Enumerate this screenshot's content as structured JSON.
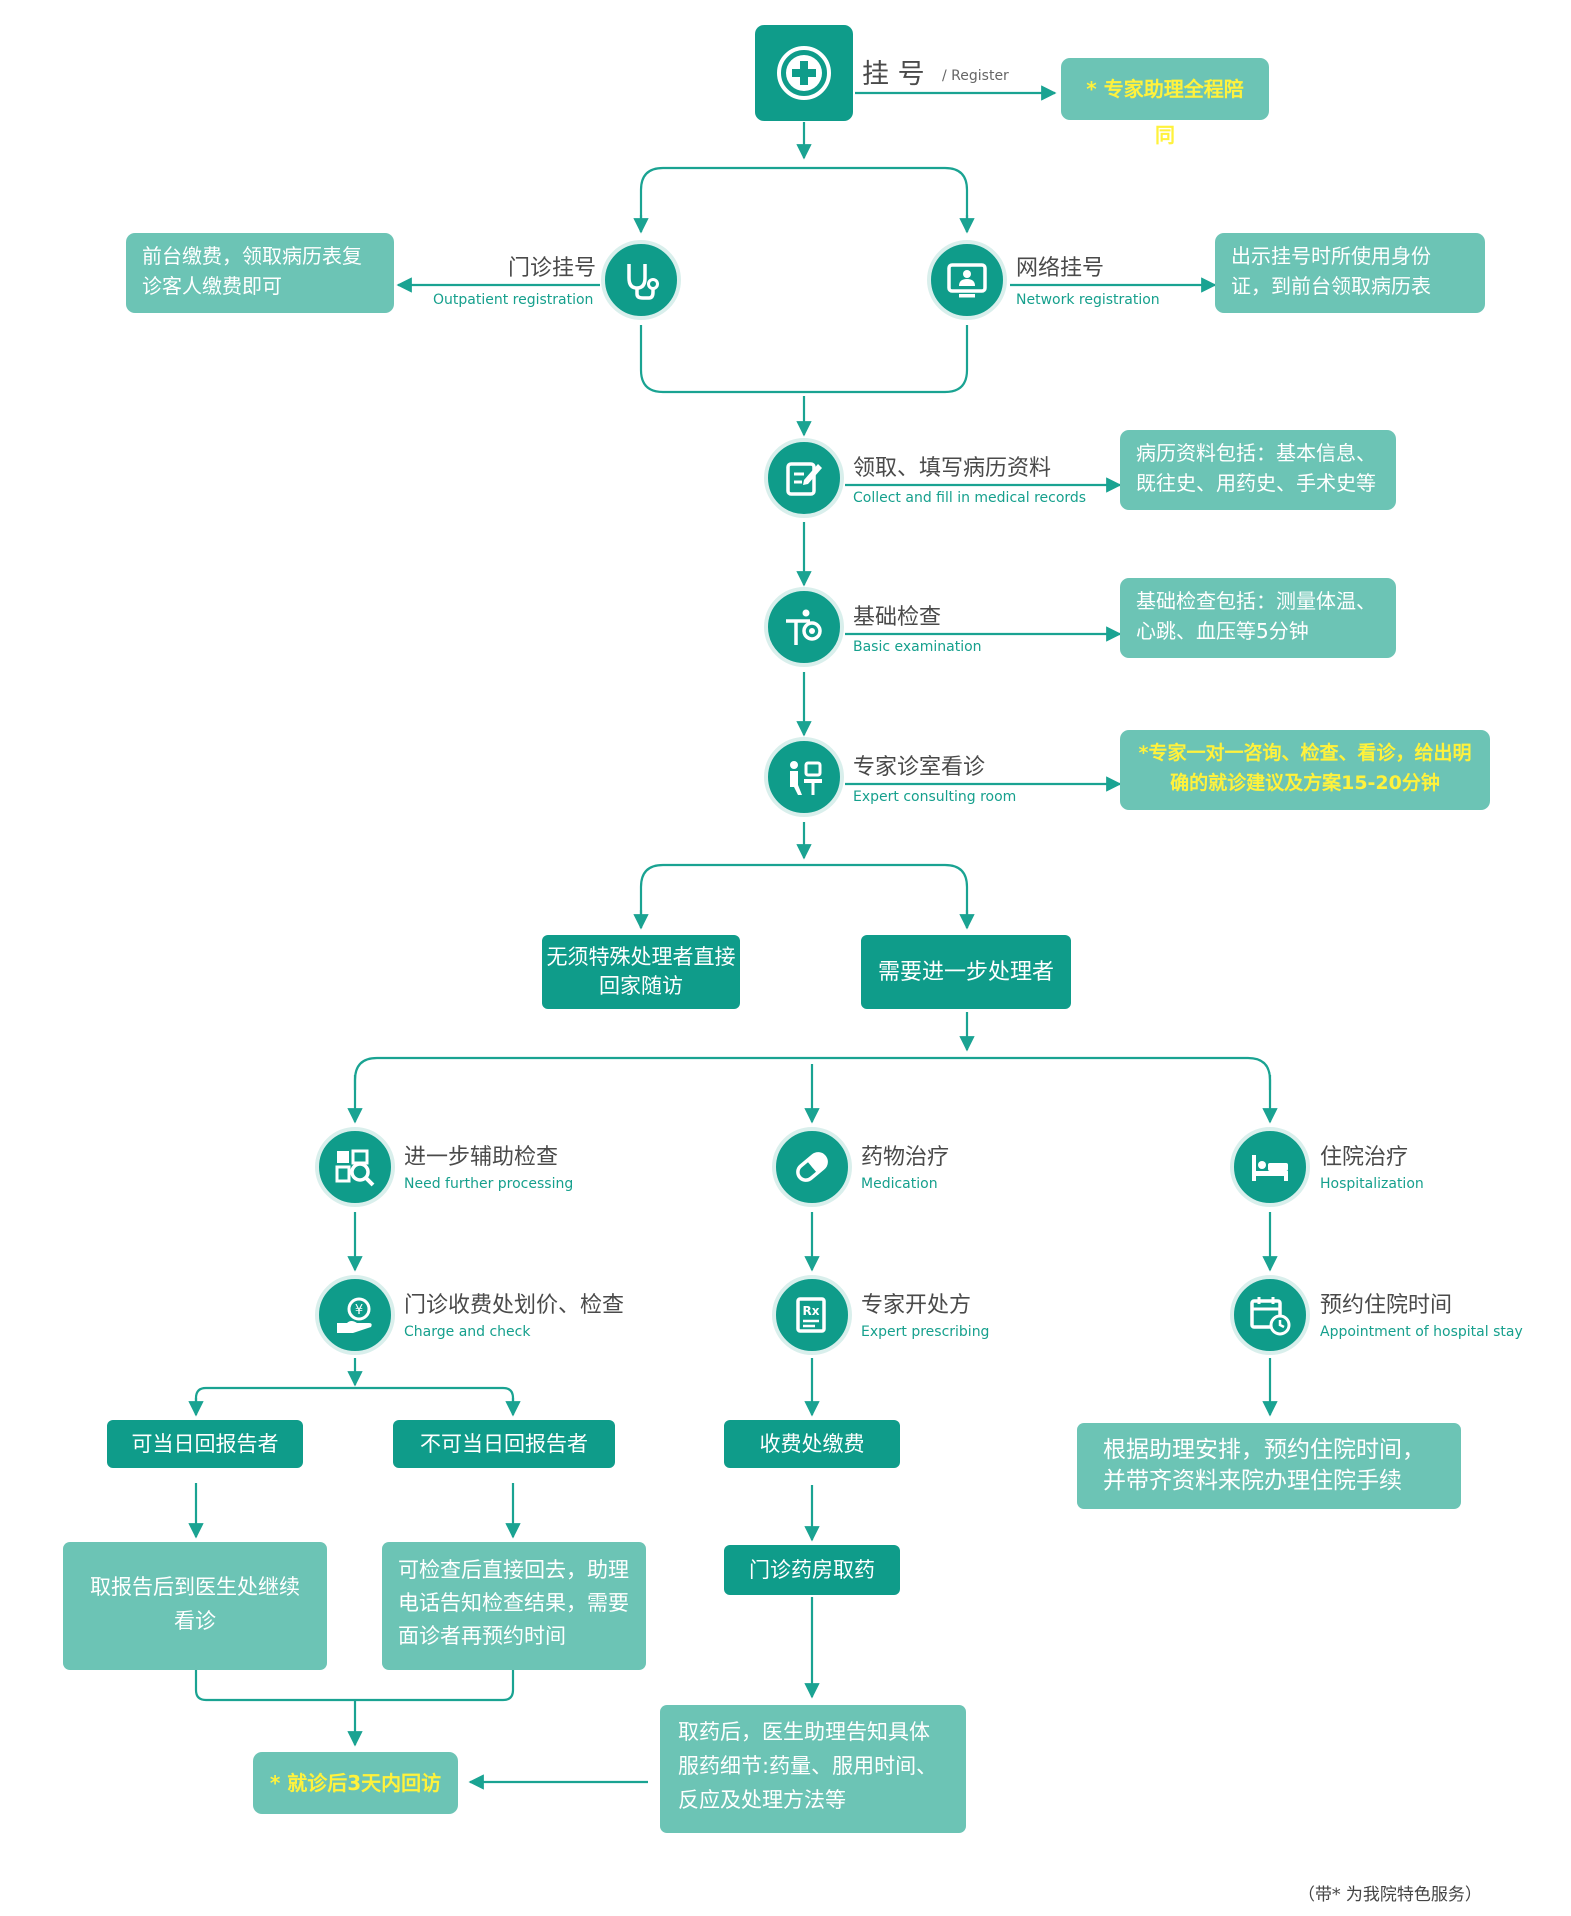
{
  "register": {
    "title": "挂 号",
    "subtitle": "/ Register",
    "note": "* 专家助理全程陪同"
  },
  "outpatient": {
    "title": "门诊挂号",
    "subtitle": "Outpatient registration",
    "note": "前台缴费，领取病历表复诊客人缴费即可"
  },
  "network": {
    "title": "网络挂号",
    "subtitle": "Network registration",
    "note": "出示挂号时所使用身份证，到前台领取病历表"
  },
  "records": {
    "title": "领取、填写病历资料",
    "subtitle": "Collect and fill in medical records",
    "note": "病历资料包括：基本信息、既往史、用药史、手术史等"
  },
  "basic_exam": {
    "title": "基础检查",
    "subtitle": "Basic examination",
    "note": "基础检查包括：测量体温、心跳、血压等5分钟"
  },
  "expert_room": {
    "title": "专家诊室看诊",
    "subtitle": "Expert consulting room",
    "note": "*专家一对一咨询、检查、看诊，给出明确的就诊建议及方案15-20分钟"
  },
  "branch": {
    "no_special": "无须特殊处理者直接回家随访",
    "need_further": "需要进一步处理者"
  },
  "further_exam": {
    "title": "进一步辅助检查",
    "subtitle": "Need further processing"
  },
  "charge": {
    "title": "门诊收费处划价、检查",
    "subtitle": "Charge and check"
  },
  "same_day": {
    "label": "可当日回报告者",
    "note": "取报告后到医生处继续看诊"
  },
  "not_same_day": {
    "label": "不可当日回报告者",
    "note": "可检查后直接回去，助理电话告知检查结果，需要面诊者再预约时间"
  },
  "followup": "* 就诊后3天内回访",
  "medication": {
    "title": "药物治疗",
    "subtitle": "Medication"
  },
  "prescribing": {
    "title": "专家开处方",
    "subtitle": "Expert prescribing"
  },
  "pay": "收费处缴费",
  "pharmacy": "门诊药房取药",
  "med_note": "取药后，医生助理告知具体服药细节:药量、服用时间、反应及处理方法等",
  "hospitalization": {
    "title": "住院治疗",
    "subtitle": "Hospitalization"
  },
  "appointment": {
    "title": "预约住院时间",
    "subtitle": "Appointment of hospital stay"
  },
  "hosp_note": "根据助理安排，预约住院时间，并带齐资料来院办理住院手续",
  "footer": "（带* 为我院特色服务）",
  "colors": {
    "primary": "#0f9c8a",
    "light": "#6cc4b5",
    "highlight": "#fff23c",
    "line": "#1aa392"
  }
}
